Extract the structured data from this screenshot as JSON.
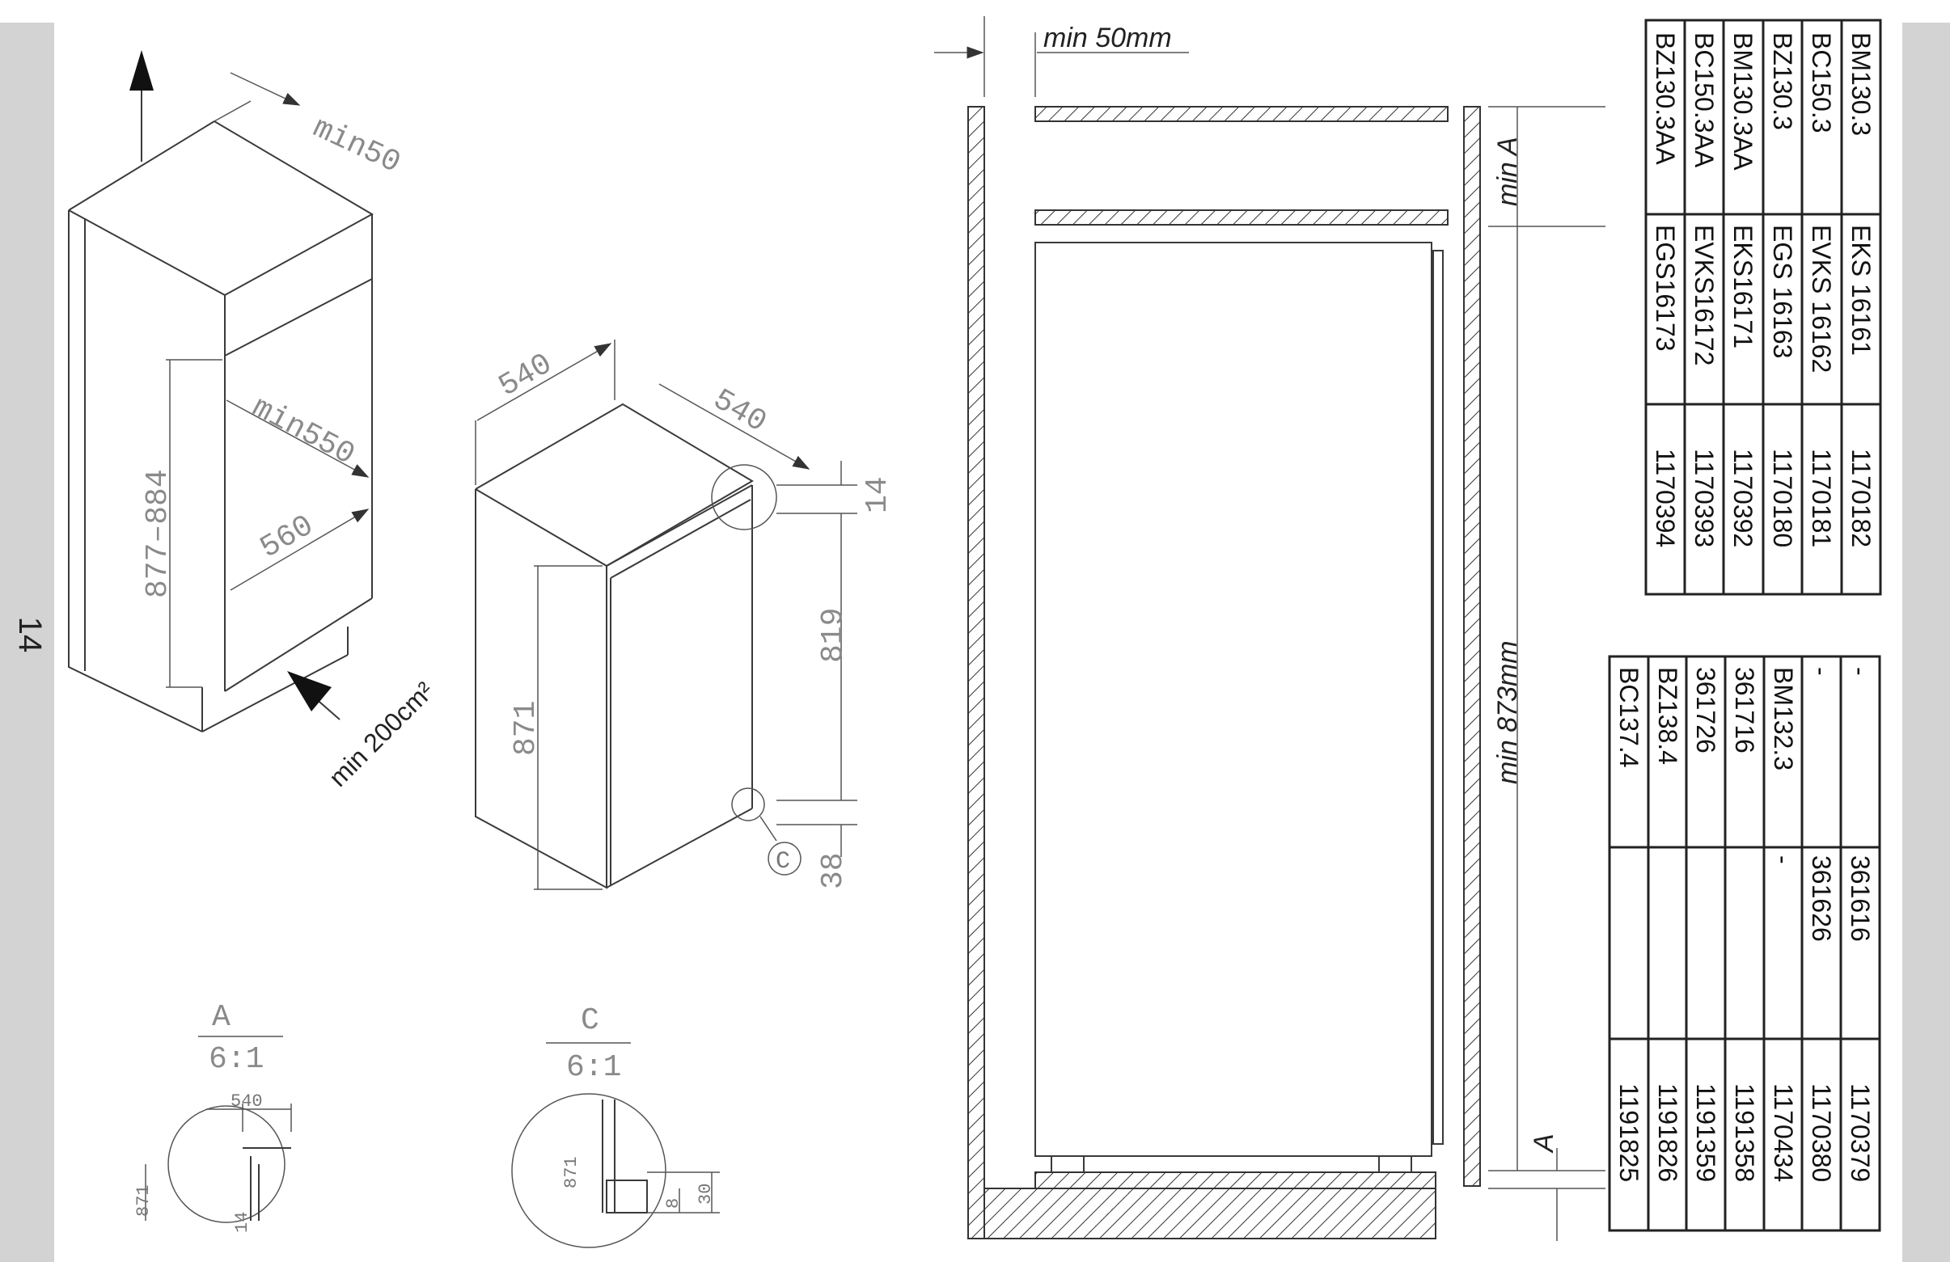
{
  "page_number": "14",
  "cabinet": {
    "min_top_gap": "min50",
    "min_depth": "min550",
    "width": "560",
    "height_range": "877–884",
    "ventilation": "min 200cm²"
  },
  "appliance": {
    "width": "540",
    "depth": "540",
    "height": "871",
    "top_offset": "14",
    "door_height": "819",
    "bottom_offset": "38",
    "detail_marker": "C"
  },
  "detail_a": {
    "label": "A",
    "scale": "6:1",
    "width": "540",
    "height": "871",
    "offset": "14"
  },
  "detail_c": {
    "label": "C",
    "scale": "6:1",
    "height": "871",
    "offset_small": "8",
    "offset_large": "30"
  },
  "section": {
    "min_side_gap": "min 50mm",
    "min_a_label": "min A",
    "min_height": "min 873mm",
    "a_label": "A"
  },
  "table_models": {
    "rows": [
      [
        "BM130.3",
        "EKS 16161",
        "1170182"
      ],
      [
        "BC150.3",
        "EVKS 16162",
        "1170181"
      ],
      [
        "BZ130.3",
        "EGS 16163",
        "1170180"
      ],
      [
        "BM130.3AA",
        "EKS16171",
        "1170392"
      ],
      [
        "BC150.3AA",
        "EVKS16172",
        "1170393"
      ],
      [
        "BZ130.3AA",
        "EGS16173",
        "1170394"
      ]
    ]
  },
  "table_parts": {
    "rows": [
      [
        "-",
        "361616",
        "1170379"
      ],
      [
        "-",
        "361626",
        "1170380"
      ],
      [
        "BM132.3",
        "-",
        "1170434"
      ],
      [
        "361716",
        "",
        "1191358"
      ],
      [
        "361726",
        "",
        "1191359"
      ],
      [
        "BZ138.4",
        "",
        "1191826"
      ],
      [
        "BC137.4",
        "",
        "1191825"
      ]
    ]
  }
}
